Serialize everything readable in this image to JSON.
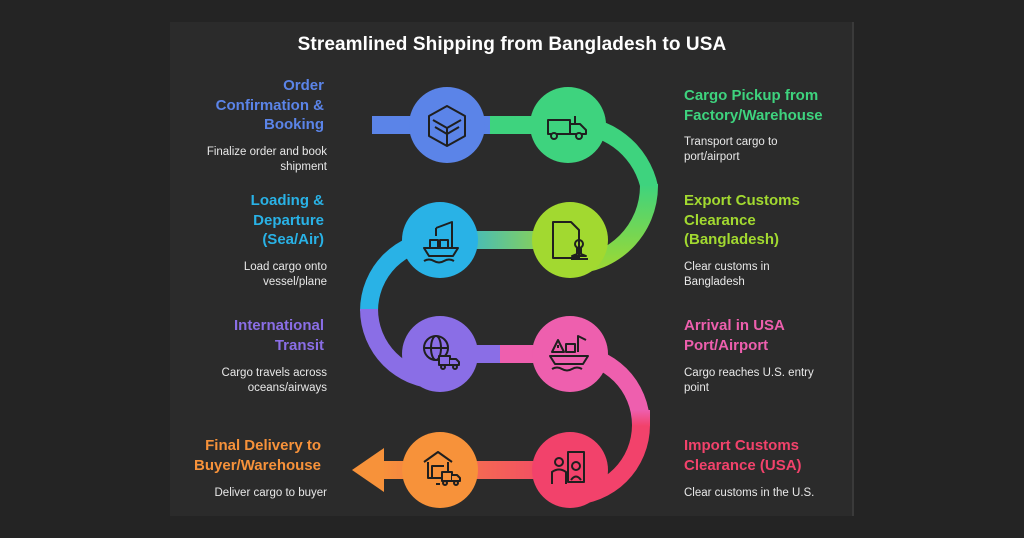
{
  "title": "Streamlined Shipping from Bangladesh to USA",
  "steps": [
    {
      "title": "Order Confirmation & Booking",
      "desc": "Finalize order and book shipment",
      "color": "#5b84e8",
      "icon": "boxes-icon"
    },
    {
      "title": "Cargo Pickup from Factory/Warehouse",
      "desc": "Transport cargo to port/airport",
      "color": "#3ed37e",
      "icon": "truck-icon"
    },
    {
      "title": "Export Customs Clearance (Bangladesh)",
      "desc": "Clear customs in Bangladesh",
      "color": "#a2d930",
      "icon": "customs-stamp-icon"
    },
    {
      "title": "Loading & Departure (Sea/Air)",
      "desc": "Load cargo onto vessel/plane",
      "color": "#29b2e6",
      "icon": "ship-loading-icon"
    },
    {
      "title": "International Transit",
      "desc": "Cargo travels across oceans/airways",
      "color": "#8a6ee6",
      "icon": "globe-truck-icon"
    },
    {
      "title": "Arrival in USA Port/Airport",
      "desc": "Cargo reaches U.S. entry point",
      "color": "#ee5fae",
      "icon": "port-arrival-icon"
    },
    {
      "title": "Import Customs Clearance (USA)",
      "desc": "Clear customs in the U.S.",
      "color": "#f2426b",
      "icon": "customs-officers-icon"
    },
    {
      "title": "Final Delivery to Buyer/Warehouse",
      "desc": "Deliver cargo to buyer",
      "color": "#f7923a",
      "icon": "warehouse-delivery-icon"
    }
  ]
}
